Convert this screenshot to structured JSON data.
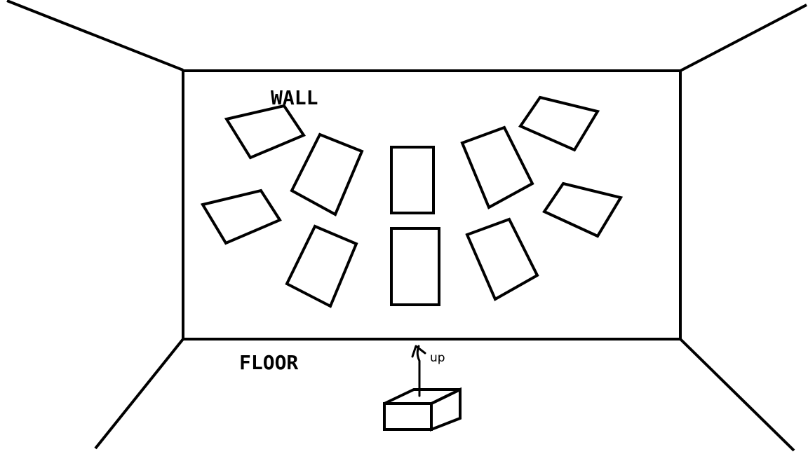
{
  "labels": {
    "wall": "WALL",
    "floor": "FLOOR",
    "arrow": "up"
  },
  "colors": {
    "ink": "#000000",
    "background": "#ffffff"
  }
}
